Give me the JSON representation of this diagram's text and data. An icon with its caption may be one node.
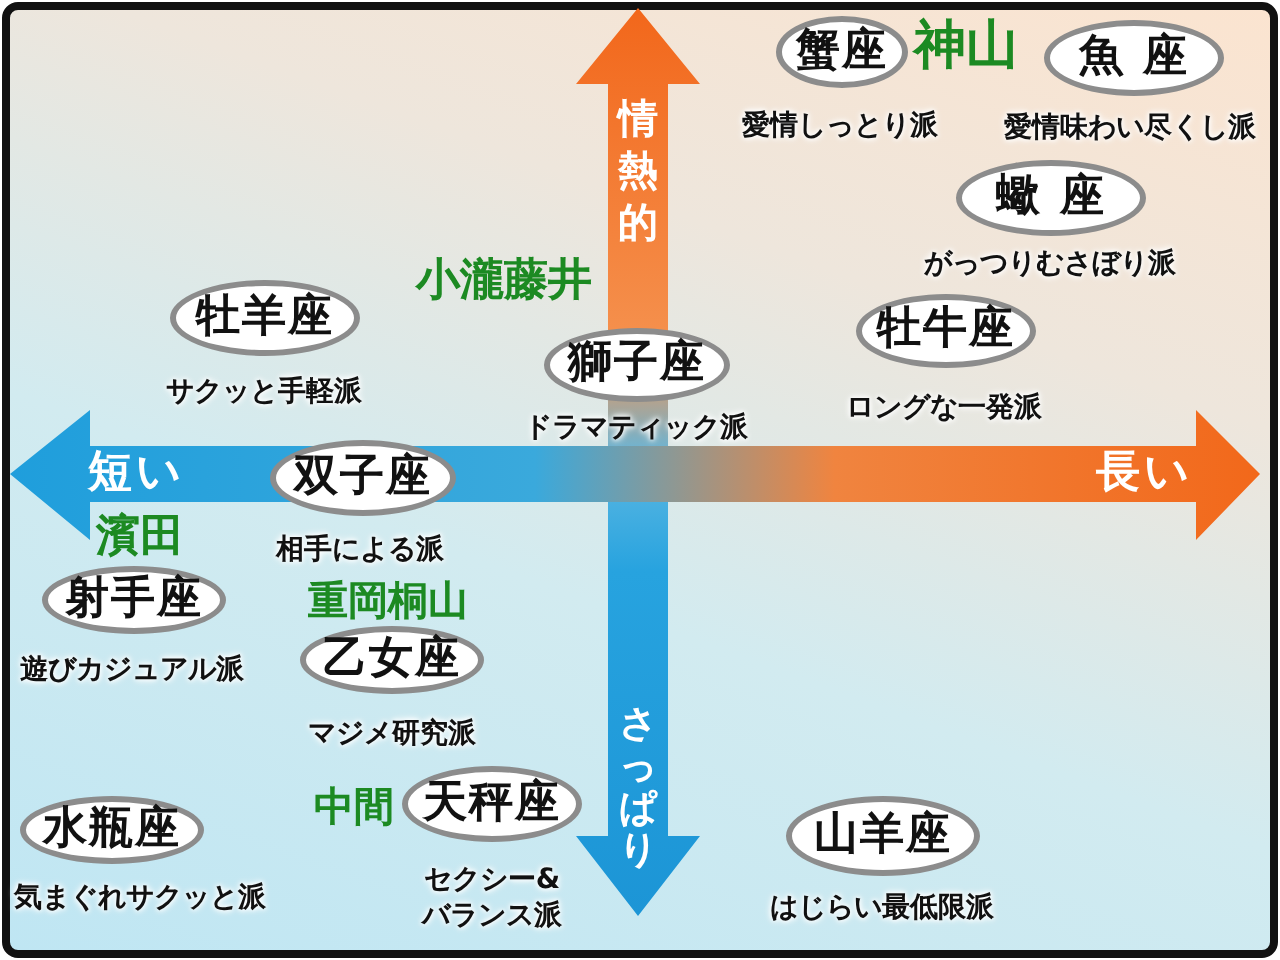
{
  "diagram": {
    "nodes": [
      {
        "text": [
          "蟹座"
        ],
        "beside": [
          "愛情しっとり派"
        ]
      },
      {
        "text": [
          "魚 座"
        ],
        "beside": [
          "愛情味わい尽くし派"
        ]
      },
      {
        "text": [
          "蠍 座"
        ],
        "beside": [
          "がっつりむさぼり派"
        ]
      },
      {
        "text": [
          "牡羊座"
        ],
        "beside": [
          "サクッと手軽派"
        ]
      },
      {
        "text": [
          "獅子座"
        ],
        "beside": [
          "ドラマティック派"
        ]
      },
      {
        "text": [
          "牡牛座"
        ],
        "beside": [
          "ロングな一発派"
        ]
      },
      {
        "text": [
          "双子座"
        ],
        "beside": [
          "相手による派"
        ]
      },
      {
        "text": [
          "射手座"
        ],
        "beside": [
          "遊びカジュアル派"
        ]
      },
      {
        "text": [
          "乙女座"
        ],
        "beside": [
          "マジメ研究派"
        ]
      },
      {
        "text": [
          "水瓶座"
        ],
        "beside": [
          "気まぐれサクッと派"
        ]
      },
      {
        "text": [
          "天秤座"
        ],
        "beside": [
          "セクシー&バランス派"
        ]
      },
      {
        "text": [
          "山羊座"
        ],
        "beside": [
          "はじらい最低限派"
        ]
      }
    ],
    "labels": [
      "神山",
      "情熱的",
      "小瀧藤井",
      "短い",
      "長い",
      "濱田",
      "重岡桐山",
      "さっぱり",
      "中間"
    ]
  }
}
